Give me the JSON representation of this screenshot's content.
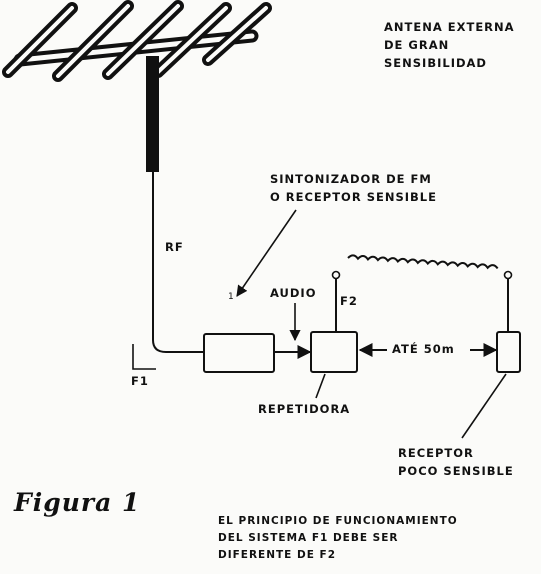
{
  "labels": {
    "antenna_line1": "ANTENA EXTERNA",
    "antenna_line2": "DE GRAN",
    "antenna_line3": "SENSIBILIDAD",
    "tuner_line1": "SINTONIZADOR DE FM",
    "tuner_line2": "O RECEPTOR SENSIBLE",
    "rf": "RF",
    "tick_mark": "1",
    "audio": "AUDIO",
    "f2": "F2",
    "f1": "F1",
    "distance": "ATÉ 50m",
    "repeater": "REPETIDORA",
    "receiver_line1": "RECEPTOR",
    "receiver_line2": "POCO SENSIBLE"
  },
  "figure_title": "Figura 1",
  "caption": {
    "line1": "EL PRINCIPIO DE FUNCIONAMIENTO",
    "line2": "DEL SISTEMA F1 DEBE SER",
    "line3": "DIFERENTE DE F2"
  }
}
